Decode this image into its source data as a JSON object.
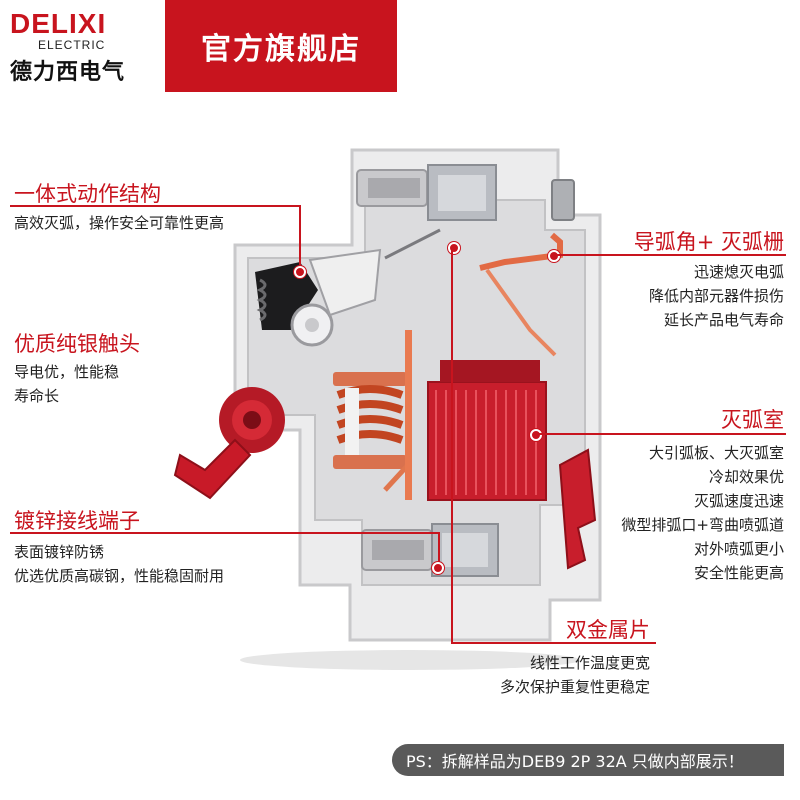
{
  "brand": {
    "logo_latin": "DELIXI",
    "logo_electric": "ELECTRIC",
    "logo_chinese": "德力西电气",
    "store_label": "官方旗舰店"
  },
  "features": [
    {
      "title": "一体式动作结构",
      "lines": [
        "高效灭弧，操作安全可靠性更高"
      ]
    },
    {
      "title": "优质纯银触头",
      "lines": [
        "导电优，性能稳",
        "寿命长"
      ]
    },
    {
      "title": "镀锌接线端子",
      "lines": [
        "表面镀锌防锈",
        "优选优质高碳钢，性能稳固耐用"
      ]
    },
    {
      "title": "导弧角+ 灭弧栅",
      "lines": [
        "迅速熄灭电弧",
        "降低内部元器件损伤",
        "延长产品电气寿命"
      ]
    },
    {
      "title": "灭弧室",
      "lines": [
        "大引弧板、大灭弧室",
        "冷却效果优",
        "灭弧速度迅速",
        "微型排弧口+弯曲喷弧道",
        "对外喷弧更小",
        "安全性能更高"
      ]
    },
    {
      "title": "双金属片",
      "lines": [
        "线性工作温度更宽",
        "多次保护重复性更稳定"
      ]
    }
  ],
  "footnote": "PS：拆解样品为DEB9 2P 32A 只做内部展示！",
  "colors": {
    "brand_red": "#c8141e",
    "housing": "#e9e9ea",
    "text": "#222222",
    "note_bg": "#5a5a5a"
  }
}
